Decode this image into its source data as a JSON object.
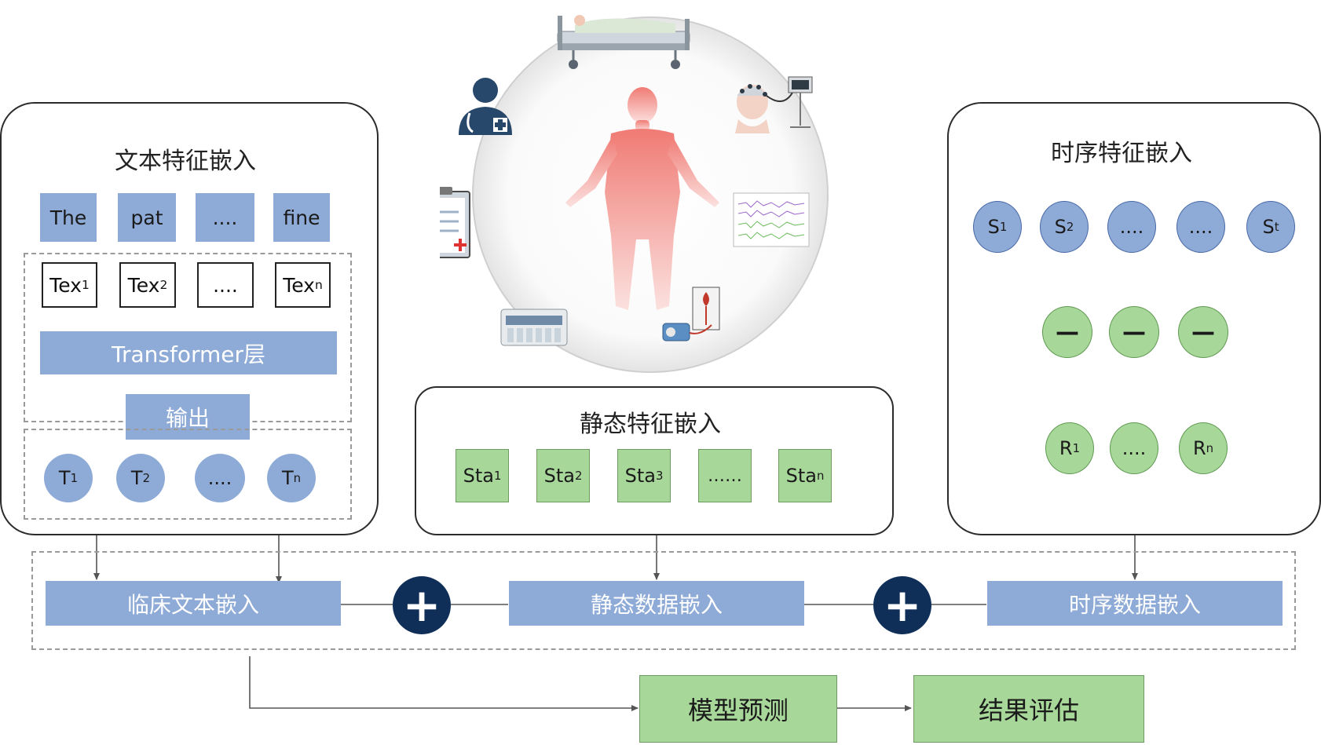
{
  "text_panel": {
    "title": "文本特征嵌入",
    "tokens": [
      "The",
      "pat",
      "....",
      "fine"
    ],
    "tex": [
      {
        "base": "Tex",
        "sub": "1"
      },
      {
        "base": "Tex",
        "sub": "2"
      },
      {
        "base": "....",
        "sub": ""
      },
      {
        "base": "Tex",
        "sub": "n"
      }
    ],
    "transformer_label": "Transformer层",
    "output_label": "输出",
    "t_nodes": [
      {
        "base": "T",
        "sub": "1"
      },
      {
        "base": "T",
        "sub": "2"
      },
      {
        "base": "....",
        "sub": ""
      },
      {
        "base": "T",
        "sub": "n"
      }
    ]
  },
  "static_panel": {
    "title": "静态特征嵌入",
    "boxes": [
      {
        "base": "Sta",
        "sub": "1"
      },
      {
        "base": "Sta",
        "sub": "2"
      },
      {
        "base": "Sta",
        "sub": "3"
      },
      {
        "base": "……",
        "sub": ""
      },
      {
        "base": "Sta",
        "sub": "n"
      }
    ]
  },
  "ts_panel": {
    "title": "时序特征嵌入",
    "s_nodes": [
      {
        "base": "S",
        "sub": "1"
      },
      {
        "base": "S",
        "sub": "2"
      },
      {
        "base": "....",
        "sub": ""
      },
      {
        "base": "....",
        "sub": ""
      },
      {
        "base": "S",
        "sub": "t"
      }
    ],
    "mid_symbol": "—",
    "r_nodes": [
      {
        "base": "R",
        "sub": "1"
      },
      {
        "base": "....",
        "sub": ""
      },
      {
        "base": "R",
        "sub": "n"
      }
    ]
  },
  "fusion": {
    "clinical_text": "临床文本嵌入",
    "static_data": "静态数据嵌入",
    "ts_data": "时序数据嵌入",
    "plus_symbol": "+"
  },
  "bottom": {
    "model_predict": "模型预测",
    "result_eval": "结果评估"
  },
  "colors": {
    "blue_fill": "#8eaad6",
    "green_fill": "#a8d79a",
    "plus_fill": "#0f2f58",
    "body_red": "#f08a84"
  },
  "icons": [
    "hospital-bed-icon",
    "doctor-icon",
    "eeg-headset-icon",
    "clipboard-icon",
    "ecg-chart-icon",
    "lab-analyzer-icon",
    "ecmo-machine-icon",
    "human-body-icon"
  ]
}
